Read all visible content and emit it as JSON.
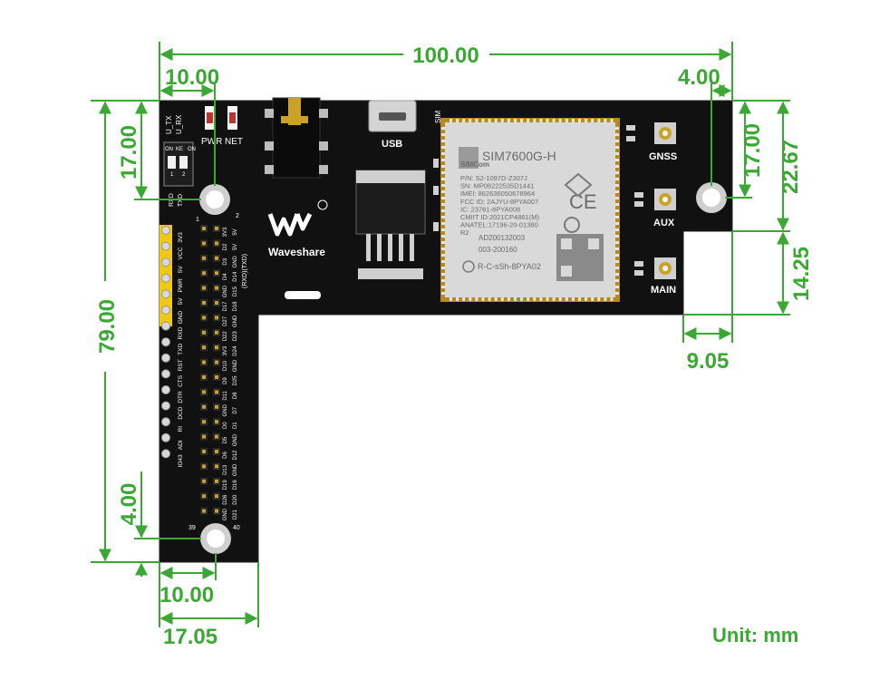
{
  "colors": {
    "dimension": "#3aa832",
    "pcb": "#111111",
    "module": "#d7d7d7",
    "pin_gold": "#c9a227",
    "header_yellow": "#f2c811"
  },
  "dimensions": {
    "top_width": "100.00",
    "top_left_hole": "10.00",
    "top_right_hole": "4.00",
    "left_top_hole": "17.00",
    "right_top_hole": "17.00",
    "right_step_height": "22.67",
    "right_lower_height": "14.25",
    "right_step_width": "9.05",
    "left_height": "79.00",
    "left_bottom_hole": "4.00",
    "bottom_hole": "10.00",
    "bottom_width": "17.05"
  },
  "unit_label": "Unit: mm",
  "board": {
    "brand": "Waveshare",
    "labels": {
      "u_tx": "U_TX",
      "u_rx": "U_RX",
      "pwr": "PWR",
      "net": "NET",
      "usb": "USB",
      "sim": "SIM",
      "gnss": "GNSS",
      "aux": "AUX",
      "main": "MAIN",
      "rxd": "RXD",
      "txd": "TXD",
      "switch_on": "ON",
      "switch_ke": "KE",
      "switch_1": "1",
      "switch_2": "2",
      "pin_1": "1",
      "pin_2": "2",
      "pin_39": "39",
      "pin_40": "40",
      "rxd_txd_note": "(RXD)(TXD)"
    },
    "header_left_labels": [
      "3V3",
      "VCC",
      "5V",
      "PWR",
      "5V",
      "GND",
      "RXD",
      "TXD",
      "RST",
      "CTS",
      "DTR",
      "DCD",
      "RI",
      "ADI",
      "IO43"
    ],
    "header_pin_labels_col1": [
      "3V3",
      "D2",
      "D3",
      "D4",
      "GND",
      "D17",
      "D27",
      "D22",
      "3V3",
      "D10",
      "D9",
      "D11",
      "GND",
      "D0",
      "D5",
      "D6",
      "D13",
      "D19",
      "D26",
      "GND"
    ],
    "header_pin_labels_col2": [
      "5V",
      "5V",
      "GND",
      "D14",
      "D15",
      "D18",
      "GND",
      "D23",
      "D24",
      "GND",
      "D25",
      "D8",
      "D7",
      "D1",
      "GND",
      "D12",
      "GND",
      "D16",
      "D20",
      "D21"
    ],
    "module": {
      "brand": "SIMCom",
      "model": "SIM7600G-H",
      "lines": [
        "P/N: S2-1097D-Z307J",
        "SN: MP06222535D1441",
        "IMEI: 862636050678964",
        "FCC ID: 2AJYU-8PYA007",
        "IC: 23761-8PYA008",
        "CMIIT ID:2021CP4861(M)",
        "ANATEL:17196-20-01380",
        "R2"
      ],
      "cert_1": "AD200132003",
      "cert_2": "003-200160",
      "kc": "R-C-sSh-8PYA02"
    }
  }
}
